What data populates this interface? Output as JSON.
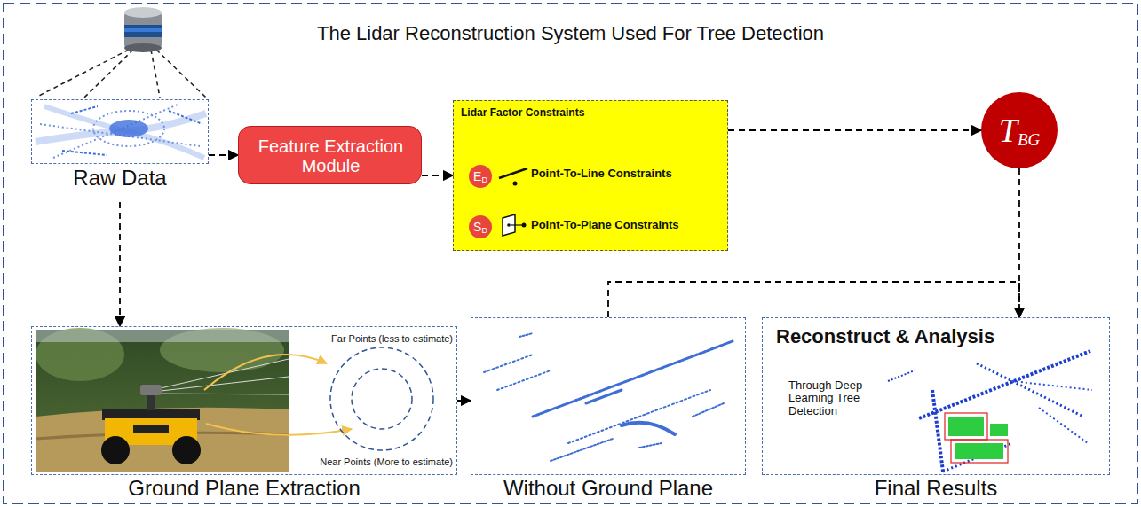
{
  "diagram": {
    "title": "The Lidar Reconstruction System Used For Tree Detection",
    "nodes": [
      {
        "text": [
          "Raw Data"
        ]
      },
      {
        "text": [
          "Feature Extraction Module"
        ]
      },
      {
        "text": [
          "Lidar Factor Constraints"
        ]
      },
      {
        "text": [
          "E",
          "D"
        ],
        "in": 2
      },
      {
        "text": [
          "S",
          "D"
        ],
        "in": 2
      },
      {
        "text": [
          "T",
          "BG"
        ]
      },
      {
        "text": [
          "Ground Plane Extraction"
        ]
      },
      {
        "text": [
          "Without Ground Plane"
        ]
      },
      {
        "text": [
          "Reconstruct & Analysis",
          "Through Deep Learning Tree Detection",
          "Final Results"
        ]
      }
    ],
    "edges": [
      {
        "from": 0,
        "to": 1,
        "arrow": "to"
      },
      {
        "from": 1,
        "to": 2,
        "arrow": "to"
      },
      {
        "from": 2,
        "to": 5,
        "arrow": "to"
      },
      {
        "from": 0,
        "to": 6,
        "arrow": "to"
      },
      {
        "from": 6,
        "to": 7,
        "arrow": "to"
      },
      {
        "from": 7,
        "to": 8,
        "arrow": "to"
      },
      {
        "from": 5,
        "to": 8,
        "arrow": "to"
      }
    ],
    "labels": [
      "Point-To-Line Constraints",
      "Point-To-Plane Constraints",
      "Far Points (less to estimate)",
      "Near Points (More to estimate)"
    ]
  }
}
